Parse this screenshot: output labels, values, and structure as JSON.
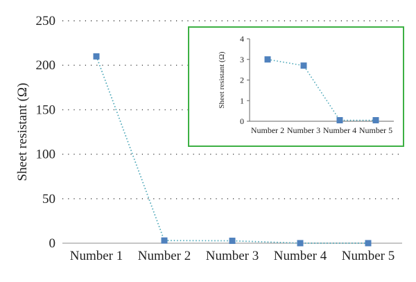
{
  "chart_data": [
    {
      "type": "line",
      "categories": [
        "Number 1",
        "Number 2",
        "Number 3",
        "Number 4",
        "Number 5"
      ],
      "series": [
        {
          "values": [
            210,
            3,
            2.7,
            0.05,
            0.05
          ]
        }
      ],
      "ylabel": "Sheet resistant (Ω)",
      "ylim": [
        0,
        250
      ],
      "yticks": [
        "0",
        "50",
        "100",
        "150",
        "200",
        "250"
      ],
      "grid": true,
      "colors": {
        "marker": "#4f81bd",
        "line": "#4aa6b7"
      }
    },
    {
      "type": "line",
      "categories": [
        "Number 2",
        "Number 3",
        "Number 4",
        "Number 5"
      ],
      "series": [
        {
          "values": [
            3,
            2.7,
            0.05,
            0.05
          ]
        }
      ],
      "ylabel": "Sheet resistant (Ω)",
      "ylim": [
        0,
        4
      ],
      "yticks": [
        "0",
        "1",
        "2",
        "3",
        "4"
      ],
      "grid": false,
      "colors": {
        "marker": "#4f81bd",
        "line": "#4aa6b7",
        "frame": "#3cb043"
      }
    }
  ]
}
